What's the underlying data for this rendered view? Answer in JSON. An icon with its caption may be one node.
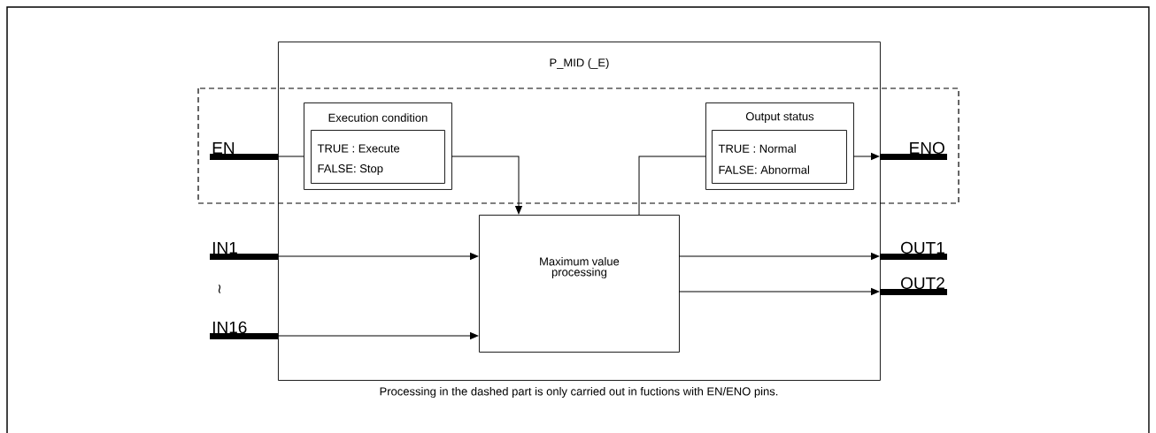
{
  "diagram": {
    "caption": "Processing in the dashed part is only carried out in fuctions with EN/ENO pins.",
    "nodes": [
      {
        "text": [
          "P_MID (_E)"
        ]
      },
      {
        "text": [
          "Execution condition"
        ],
        "in": 0
      },
      {
        "text": [
          "TRUE  : Execute",
          "FALSE: Stop"
        ],
        "in": 1
      },
      {
        "text": [
          "Output status"
        ],
        "in": 0
      },
      {
        "text": [
          "TRUE  : Normal",
          "FALSE: Abnormal"
        ],
        "in": 3
      },
      {
        "text": [
          "Maximum value processing"
        ],
        "in": 0
      },
      {
        "text": [
          "EN"
        ]
      },
      {
        "text": [
          "IN1"
        ]
      },
      {
        "text": [
          "IN16"
        ]
      },
      {
        "text": [
          "ENO"
        ]
      },
      {
        "text": [
          "OUT1"
        ]
      },
      {
        "text": [
          "OUT2"
        ]
      }
    ],
    "edges": [
      {
        "from": 6,
        "to": 1,
        "arrow": "none"
      },
      {
        "from": 1,
        "to": 5,
        "arrow": "to"
      },
      {
        "from": 5,
        "to": 3,
        "arrow": "none"
      },
      {
        "from": 3,
        "to": 9,
        "arrow": "to"
      },
      {
        "from": 7,
        "to": 5,
        "arrow": "to"
      },
      {
        "from": 8,
        "to": 5,
        "arrow": "to"
      },
      {
        "from": 5,
        "to": 10,
        "arrow": "to"
      },
      {
        "from": 5,
        "to": 11,
        "arrow": "to"
      }
    ],
    "labels": [
      "≀"
    ]
  }
}
